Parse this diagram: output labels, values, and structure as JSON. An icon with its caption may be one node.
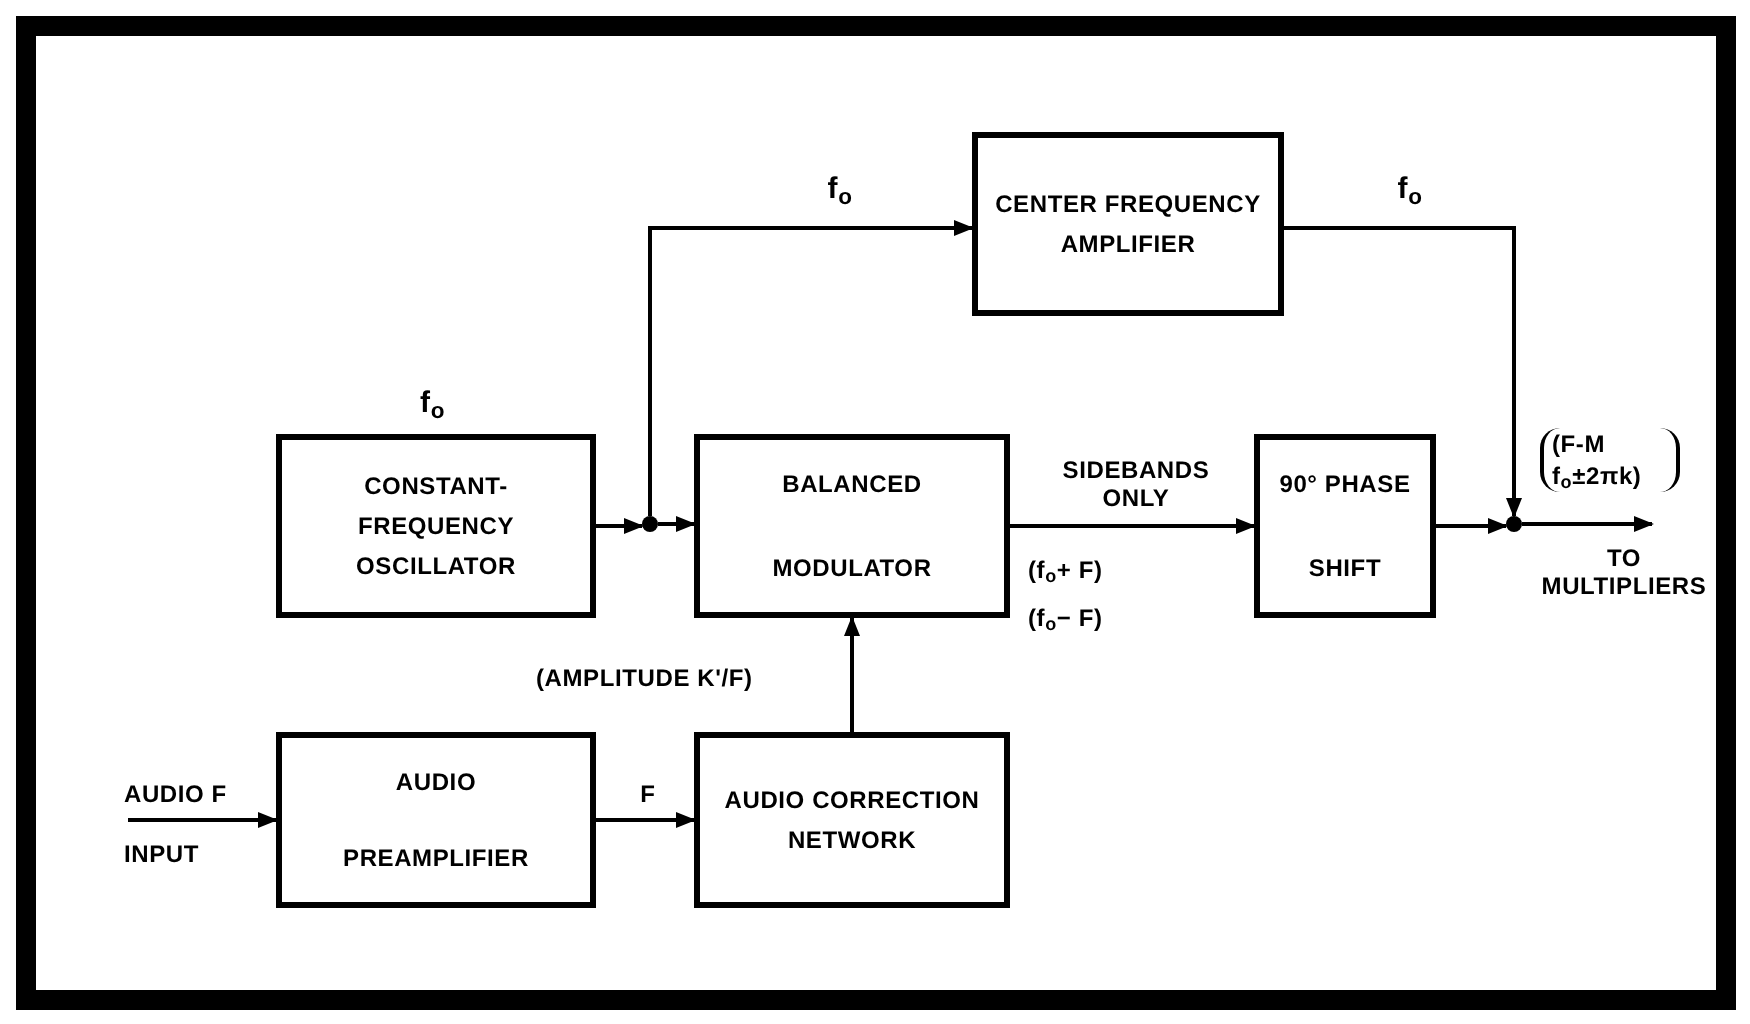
{
  "diagram": {
    "nodes": [
      {
        "text": [
          "CENTER FREQUENCY AMPLIFIER"
        ]
      },
      {
        "text": [
          "CONSTANT-FREQUENCY OSCILLATOR"
        ],
        "beside": [
          "f$_{o}$"
        ]
      },
      {
        "text": [],
        "shape": "circle"
      },
      {
        "text": [
          "BALANCED",
          "MODULATOR"
        ]
      },
      {
        "text": [
          "90° PHASE",
          "SHIFT"
        ]
      },
      {
        "text": [],
        "shape": "circle"
      },
      {
        "text": [
          "AUDIO",
          "PREAMPLIFIER"
        ]
      },
      {
        "text": [
          "AUDIO CORRECTION NETWORK"
        ]
      }
    ],
    "edges": [
      {
        "from": 1,
        "to": 2,
        "arrow": "to"
      },
      {
        "from": 2,
        "to": 3,
        "arrow": "to"
      },
      {
        "from": 2,
        "to": 0,
        "arrow": "to",
        "label": "f$_{o}$"
      },
      {
        "from": 0,
        "to": 5,
        "arrow": "to",
        "label": "f$_{o}$"
      },
      {
        "from": 3,
        "to": 4,
        "arrow": "to",
        "label": "SIDEBANDS ONLY"
      },
      {
        "from": 4,
        "to": 5,
        "arrow": "to"
      },
      {
        "from": 5,
        "to": null,
        "arrow": "to",
        "label": "TO MULTIPLIERS"
      },
      {
        "from": null,
        "to": 6,
        "arrow": "to",
        "label": "AUDIO F"
      },
      {
        "from": 6,
        "to": 7,
        "arrow": "to",
        "label": "F"
      },
      {
        "from": 7,
        "to": 3,
        "arrow": "to",
        "label": "(AMPLITUDE K'/F)"
      }
    ],
    "labels": [
      "(f$_{o}$+ F)",
      "(f$_{o}$− F)",
      "(F-M f$_{o}$±2πk)",
      "INPUT"
    ]
  }
}
